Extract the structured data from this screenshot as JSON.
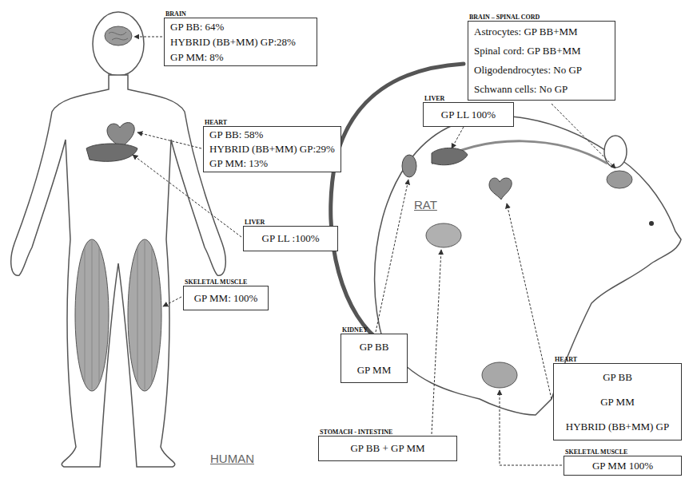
{
  "diagram": {
    "nodes": [
      {
        "text": [
          "BRAIN",
          "GP BB: 64%",
          "HYBRID (BB+MM) GP:28%",
          "GP MM: 8%"
        ]
      },
      {
        "text": [
          "BRAIN – SPINAL CORD",
          "Astrocytes: GP BB+MM",
          "Spinal cord: GP BB+MM",
          "Oligodendrocytes: No GP",
          "Schwann cells: No GP"
        ]
      },
      {
        "text": [
          "HEART",
          "GP BB: 58%",
          "HYBRID (BB+MM) GP:29%",
          "GP MM: 13%"
        ]
      },
      {
        "text": [
          "LIVER",
          "GP LL 100%"
        ]
      },
      {
        "text": [
          "LIVER",
          "GP LL :100%"
        ]
      },
      {
        "text": [
          "KIDNEY",
          "GP BB",
          "GP MM"
        ]
      },
      {
        "text": [
          "SKELETAL MUSCLE",
          "GP MM: 100%"
        ]
      },
      {
        "text": [
          "STOMACH - INTESTINE",
          "GP BB + GP MM"
        ]
      },
      {
        "text": [
          "HEART",
          "GP BB",
          "GP MM",
          "HYBRID (BB+MM) GP"
        ]
      },
      {
        "text": [
          "SKELETAL MUSCLE",
          "GP MM 100%"
        ]
      }
    ],
    "labels": [
      "HUMAN",
      "RAT"
    ]
  }
}
